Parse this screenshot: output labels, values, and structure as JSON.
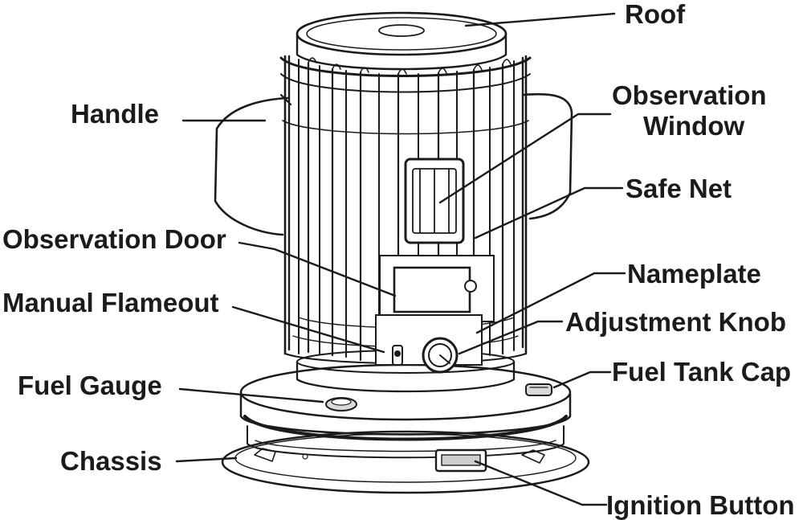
{
  "labels": {
    "roof": "Roof",
    "observation_window_1": "Observation",
    "observation_window_2": "Window",
    "handle": "Handle",
    "safe_net": "Safe Net",
    "observation_door": "Observation Door",
    "nameplate": "Nameplate",
    "manual_flameout": "Manual Flameout",
    "adjustment_knob": "Adjustment Knob",
    "fuel_gauge": "Fuel Gauge",
    "fuel_tank_cap": "Fuel Tank Cap",
    "chassis": "Chassis",
    "ignition_button": "Ignition Button"
  }
}
